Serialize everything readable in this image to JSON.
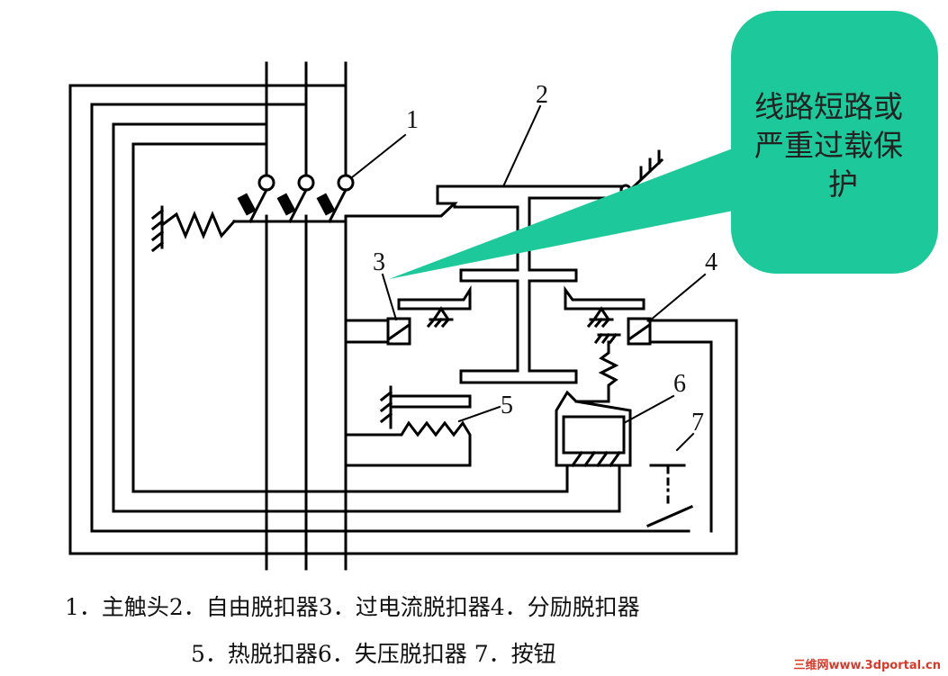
{
  "callout": {
    "lines": [
      "线路短路或",
      "严重过载保",
      "护"
    ],
    "fill": "#1dc89a"
  },
  "labels": [
    "1",
    "2",
    "3",
    "4",
    "5",
    "6",
    "7"
  ],
  "caption": {
    "line1": "1．主触头2．自由脱扣器3．过电流脱扣器4．分励脱扣器",
    "line2": "5．热脱扣器6．失压脱扣器 7．按钮"
  },
  "watermark": "三维网www.3dportal.cn",
  "colors": {
    "line": "#000000",
    "accent": "#1dc89a",
    "watermark": "#d83a2a"
  }
}
